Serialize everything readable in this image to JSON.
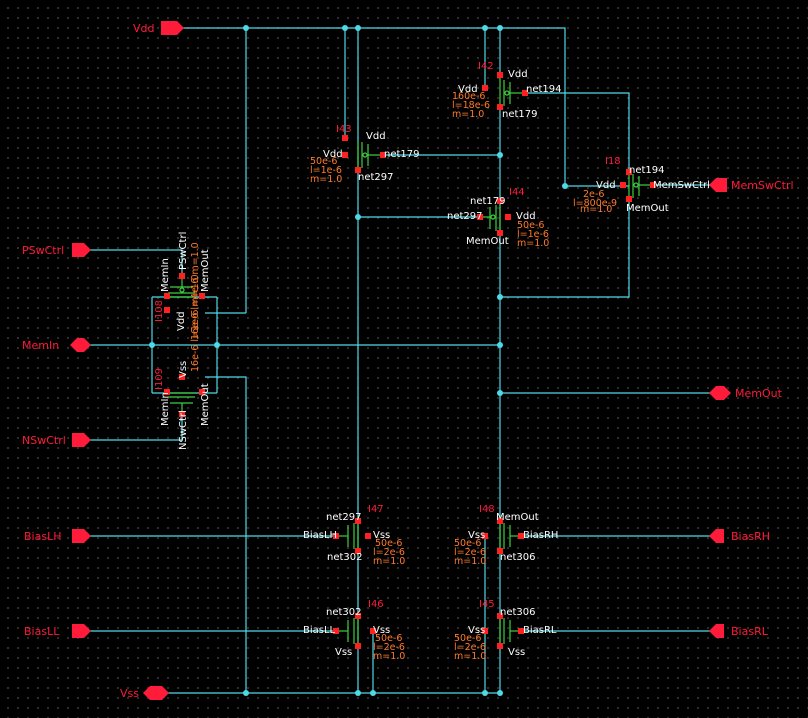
{
  "ports": {
    "vdd": "Vdd",
    "vss": "Vss",
    "pswctrl": "PSwCtrl",
    "memin": "MemIn",
    "nswctrl": "NSwCtrl",
    "biaslh": "BiasLH",
    "biasll": "BiasLL",
    "memswctrl": "MemSwCtrl",
    "memout": "MemOut",
    "biasrh": "BiasRH",
    "biasrl": "BiasRL"
  },
  "devices": {
    "i42": {
      "name": "I42",
      "top": "Vdd",
      "left": "Vdd",
      "right": "net194",
      "bottom": "net179",
      "w": "160e-6",
      "l": "l=18e-6",
      "m": "m=1.0"
    },
    "i43": {
      "name": "I43",
      "top": "Vdd",
      "left": "Vdd",
      "right": "net179",
      "bottom": "net297",
      "w": "50e-6",
      "l": "l=1e-6",
      "m": "m=1.0"
    },
    "i44": {
      "name": "I44",
      "top": "net179",
      "left": "net297",
      "right": "Vdd",
      "bottom": "MemOut",
      "w": "50e-6",
      "l": "l=1e-6",
      "m": "m=1.0"
    },
    "i18": {
      "name": "I18",
      "top": "net194",
      "left": "Vdd",
      "right": "MemSwCtrl",
      "bottom": "MemOut",
      "w": "2e-6",
      "l": "l=800e-9",
      "m": "m=1.0"
    },
    "i108": {
      "name": "I108",
      "top_l": "MemIn",
      "top_r": "PSwCtrl",
      "bot_l": "Vdd",
      "bot_r": "MemOut",
      "params": "16e-6 l=4e-6 m=1.0"
    },
    "i109": {
      "name": "I109",
      "top_l": "Vss",
      "top_r": "NSwCtrl",
      "bot_l": "MemIn",
      "bot_r": "MemOut",
      "params": "16e-6 l=1e-6 m=1.0"
    },
    "i47": {
      "name": "I47",
      "top": "net297",
      "left": "BiasLH",
      "right": "Vss",
      "bottom": "net302",
      "w": "50e-6",
      "l": "l=2e-6",
      "m": "m=1.0"
    },
    "i46": {
      "name": "I46",
      "top": "net302",
      "left": "BiasLL",
      "right": "Vss",
      "bottom": "Vss",
      "w": "50e-6",
      "l": "l=2e-6",
      "m": "m=1.0"
    },
    "i48": {
      "name": "I48",
      "top": "MemOut",
      "left": "Vss",
      "right": "BiasRH",
      "bottom": "net306",
      "w": "50e-6",
      "l": "l=2e-6",
      "m": "m=1.0"
    },
    "i45": {
      "name": "I45",
      "top": "net306",
      "left": "Vss",
      "right": "BiasRL",
      "bottom": "Vss",
      "w": "50e-6",
      "l": "l=2e-6",
      "m": "m=1.0"
    }
  }
}
